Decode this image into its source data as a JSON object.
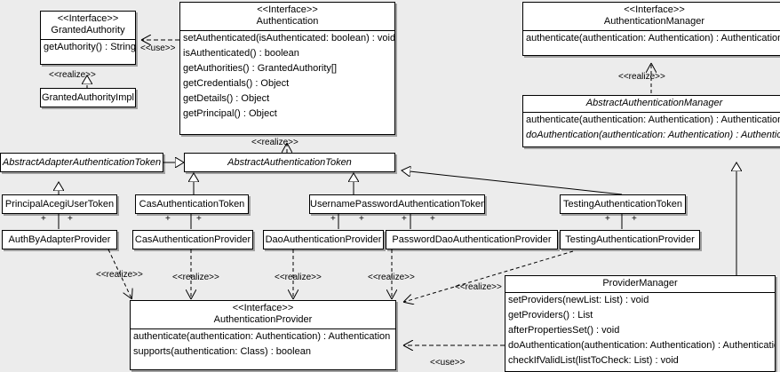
{
  "diagram": {
    "kind": "uml-class-diagram",
    "background_color": "#ececec",
    "box_fill": "#ffffff",
    "line_color": "#000000"
  },
  "classes": {
    "granted_authority": {
      "stereotype": "<<Interface>>",
      "name": "GrantedAuthority",
      "operations": [
        "getAuthority() : String"
      ]
    },
    "granted_authority_impl": {
      "name": "GrantedAuthorityImpl"
    },
    "authentication": {
      "stereotype": "<<Interface>>",
      "name": "Authentication",
      "operations": [
        "setAuthenticated(isAuthenticated: boolean) : void",
        "isAuthenticated() : boolean",
        "getAuthorities() : GrantedAuthority[]",
        "getCredentials() : Object",
        "getDetails() : Object",
        "getPrincipal() : Object"
      ]
    },
    "authentication_manager": {
      "stereotype": "<<Interface>>",
      "name": "AuthenticationManager",
      "operations": [
        "authenticate(authentication: Authentication) : Authentication"
      ]
    },
    "abstract_authentication_manager": {
      "name": "AbstractAuthenticationManager",
      "operations": [
        "authenticate(authentication: Authentication) : Authentication",
        "doAuthentication(authentication: Authentication) : Authentication"
      ]
    },
    "abstract_adapter_authentication_token": {
      "name": "AbstractAdapterAuthenticationToken"
    },
    "abstract_authentication_token": {
      "name": "AbstractAuthenticationToken"
    },
    "principal_acegi_user_token": {
      "name": "PrincipalAcegiUserToken"
    },
    "cas_authentication_token": {
      "name": "CasAuthenticationToken"
    },
    "username_password_authentication_token": {
      "name": "UsernamePasswordAuthenticationToken"
    },
    "testing_authentication_token": {
      "name": "TestingAuthenticationToken"
    },
    "auth_by_adapter_provider": {
      "name": "AuthByAdapterProvider"
    },
    "cas_authentication_provider": {
      "name": "CasAuthenticationProvider"
    },
    "dao_authentication_provider": {
      "name": "DaoAuthenticationProvider"
    },
    "password_dao_authentication_provider": {
      "name": "PasswordDaoAuthenticationProvider"
    },
    "testing_authentication_provider": {
      "name": "TestingAuthenticationProvider"
    },
    "authentication_provider": {
      "stereotype": "<<Interface>>",
      "name": "AuthenticationProvider",
      "operations": [
        "authenticate(authentication: Authentication) : Authentication",
        "supports(authentication: Class) : boolean"
      ]
    },
    "provider_manager": {
      "name": "ProviderManager",
      "operations": [
        "setProviders(newList: List) : void",
        "getProviders() : List",
        "afterPropertiesSet() : void",
        "doAuthentication(authentication: Authentication) : Authentication",
        "checkIfValidList(listToCheck: List) : void"
      ]
    }
  },
  "edge_labels": {
    "use_authentication_grantedauthority": "<<use>>",
    "realize_grantedauthorityimpl": "<<realize>>",
    "realize_abstract_authentication_token": "<<realize>>",
    "realize_abstract_authentication_manager": "<<realize>>",
    "realize_auth_by_adapter_provider": "<<realize>>",
    "realize_cas_authentication_provider": "<<realize>>",
    "realize_dao_authentication_provider": "<<realize>>",
    "realize_password_dao_authentication_provider": "<<realize>>",
    "realize_testing_authentication_provider": "<<realize>>",
    "use_provider_manager": "<<use>>"
  },
  "association_markers": {
    "multiplicity": "+"
  }
}
